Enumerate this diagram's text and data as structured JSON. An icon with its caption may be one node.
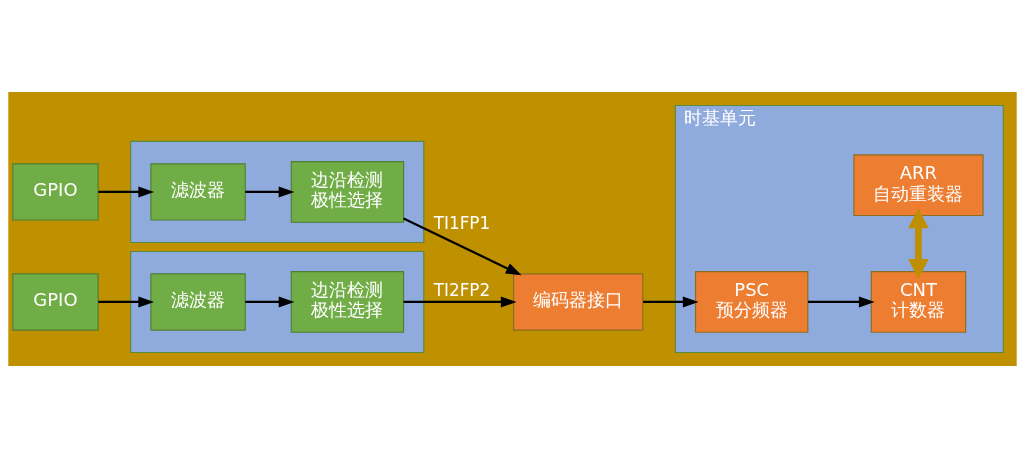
{
  "diagram": {
    "nodes": [
      {
        "text": [
          "时基单元"
        ]
      },
      {
        "text": [
          "ARR",
          "自动重装器"
        ],
        "in": 0
      },
      {
        "text": [
          "PSC",
          "预分频器"
        ],
        "in": 0
      },
      {
        "text": [
          "CNT",
          "计数器"
        ],
        "in": 0
      },
      {
        "text": [
          "编码器接口"
        ]
      },
      {
        "text": [
          "GPIO"
        ]
      },
      {
        "text": [],
        "shape": "box"
      },
      {
        "text": [
          "滤波器"
        ],
        "in": 6
      },
      {
        "text": [
          "边沿检测",
          "极性选择"
        ],
        "in": 6
      },
      {
        "text": [
          "GPIO"
        ]
      },
      {
        "text": [],
        "shape": "box"
      },
      {
        "text": [
          "滤波器"
        ],
        "in": 10
      },
      {
        "text": [
          "边沿检测",
          "极性选择"
        ],
        "in": 10
      }
    ],
    "edges": [
      {
        "from": 4,
        "to": 2,
        "arrow": "to"
      },
      {
        "from": 2,
        "to": 3,
        "arrow": "to"
      },
      {
        "from": 1,
        "to": 3,
        "arrow": "both",
        "style": "thick",
        "color": "#bf8f00"
      },
      {
        "from": 5,
        "to": 7,
        "arrow": "to"
      },
      {
        "from": 7,
        "to": 8,
        "arrow": "to"
      },
      {
        "from": 8,
        "to": 4,
        "arrow": "to",
        "label": "TI1FP1"
      },
      {
        "from": 9,
        "to": 11,
        "arrow": "to"
      },
      {
        "from": 11,
        "to": 12,
        "arrow": "to"
      },
      {
        "from": 12,
        "to": 4,
        "arrow": "to",
        "label": "TI2FP2"
      }
    ]
  }
}
